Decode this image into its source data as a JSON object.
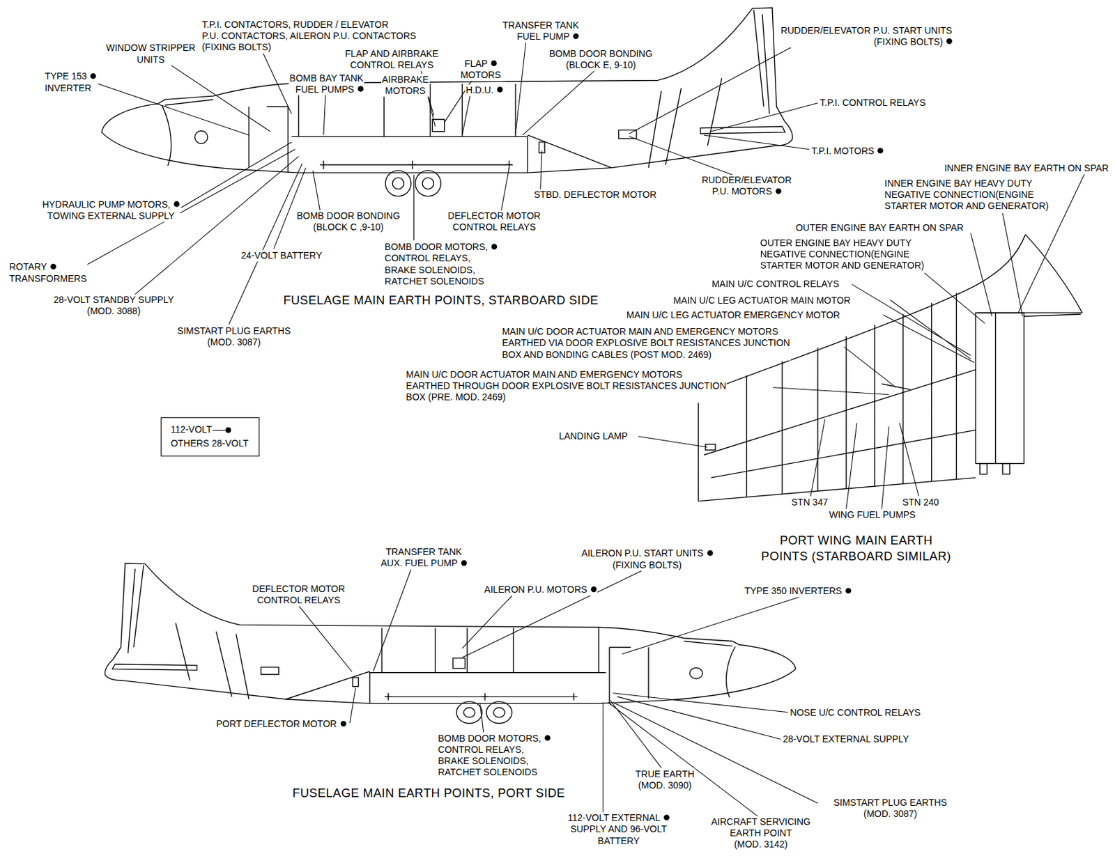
{
  "diagram": {
    "labels": [
      "T.P.I. CONTACTORS, RUDDER / ELEVATOR P.U. CONTACTORS, AILERON P.U. CONTACTORS (FIXING BOLTS)",
      "WINDOW STRIPPER UNITS",
      "TYPE 153 INVERTER",
      "TRANSFER TANK FUEL PUMP",
      "FLAP AND AIRBRAKE CONTROL RELAYS",
      "BOMB BAY TANK FUEL PUMPS",
      "AIRBRAKE MOTORS",
      "FLAP MOTORS",
      "H.D.U.",
      "BOMB DOOR BONDING (BLOCK E, 9-10)",
      "RUDDER/ELEVATOR P.U. START UNITS (FIXING BOLTS)",
      "T.P.I. CONTROL RELAYS",
      "T.P.I. MOTORS",
      "RUDDER/ELEVATOR P.U. MOTORS",
      "STBD. DEFLECTOR MOTOR",
      "HYDRAULIC PUMP MOTORS, TOWING EXTERNAL SUPPLY",
      "BOMB DOOR BONDING (BLOCK C ,9-10)",
      "DEFLECTOR MOTOR CONTROL RELAYS",
      "24-VOLT BATTERY",
      "BOMB DOOR MOTORS, CONTROL RELAYS, BRAKE SOLENOIDS, RATCHET SOLENOIDS",
      "ROTARY TRANSFORMERS",
      "28-VOLT STANDBY SUPPLY (MOD. 3088)",
      "FUSELAGE MAIN EARTH POINTS, STARBOARD SIDE",
      "SIMSTART PLUG EARTHS (MOD. 3087)",
      "INNER ENGINE BAY EARTH ON SPAR",
      "INNER ENGINE BAY HEAVY DUTY NEGATIVE CONNECTION(ENGINE STARTER MOTOR AND GENERATOR)",
      "OUTER ENGINE BAY EARTH ON SPAR",
      "OUTER ENGINE BAY HEAVY DUTY NEGATIVE CONNECTION(ENGINE STARTER MOTOR AND GENERATOR)",
      "MAIN U/C CONTROL RELAYS",
      "MAIN U/C LEG ACTUATOR MAIN MOTOR",
      "MAIN U/C LEG ACTUATOR EMERGENCY MOTOR",
      "MAIN U/C DOOR ACTUATOR MAIN AND EMERGENCY MOTORS EARTHED VIA DOOR EXPLOSIVE BOLT RESISTANCES JUNCTION BOX AND BONDING CABLES (POST MOD. 2469)",
      "MAIN U/C DOOR ACTUATOR MAIN AND EMERGENCY MOTORS EARTHED THROUGH DOOR EXPLOSIVE BOLT RESISTANCES JUNCTION BOX (PRE. MOD. 2469)",
      "LANDING LAMP",
      "STN 347",
      "STN 240",
      "WING FUEL PUMPS",
      "PORT WING MAIN EARTH POINTS (STARBOARD SIMILAR)",
      "TRANSFER TANK AUX. FUEL PUMP",
      "AILERON P.U. START UNITS (FIXING BOLTS)",
      "DEFLECTOR MOTOR CONTROL RELAYS",
      "AILERON P.U. MOTORS",
      "TYPE 350 INVERTERS",
      "NOSE U/C CONTROL RELAYS",
      "PORT DEFLECTOR MOTOR",
      "28-VOLT EXTERNAL SUPPLY",
      "BOMB DOOR MOTORS, CONTROL RELAYS, BRAKE SOLENOIDS, RATCHET SOLENOIDS",
      "TRUE EARTH (MOD. 3090)",
      "FUSELAGE MAIN EARTH POINTS, PORT SIDE",
      "SIMSTART PLUG EARTHS (MOD. 3087)",
      "112-VOLT EXTERNAL SUPPLY AND 96-VOLT BATTERY",
      "AIRCRAFT SERVICING EARTH POINT (MOD. 3142)"
    ],
    "legend": [
      {
        "text": "112-VOLT"
      },
      {
        "text": "OTHERS 28-VOLT"
      }
    ]
  }
}
